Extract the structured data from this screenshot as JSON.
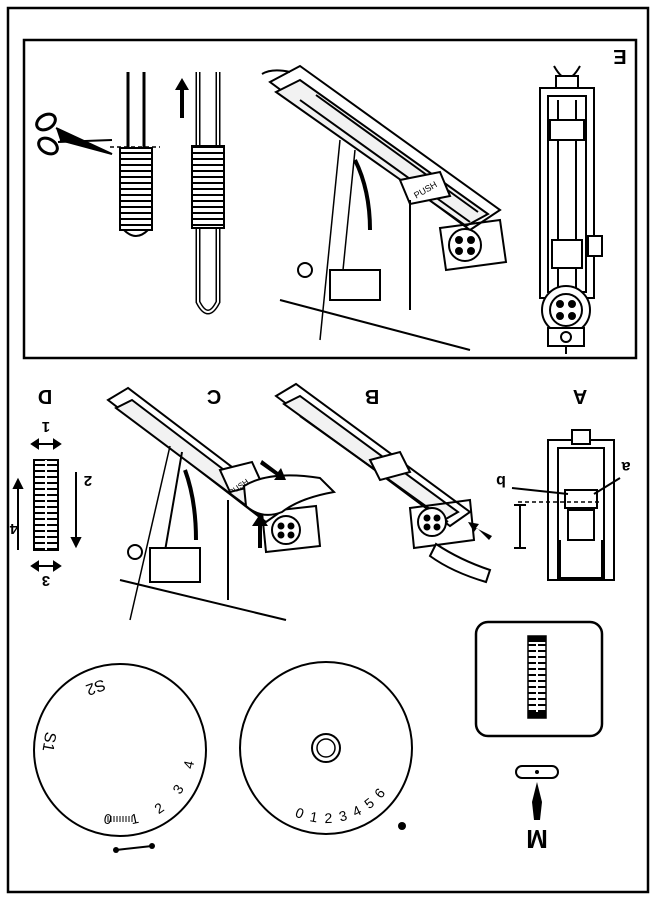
{
  "figure_e": {
    "label": "E"
  },
  "figure_a": {
    "label": "A",
    "label_a": "a",
    "label_b": "b"
  },
  "figure_b": {
    "label": "B"
  },
  "figure_c": {
    "label": "C",
    "push_label": "PUSH"
  },
  "figure_d": {
    "label": "D",
    "step_1": "1",
    "step_2": "2",
    "step_3": "3",
    "step_4": "4"
  },
  "figure_e_push": "PUSH",
  "stitch_selector": {
    "mode_label": "M"
  },
  "stitch_length_dial": {
    "tick_labels": [
      "0",
      "1",
      "2",
      "3",
      "4"
    ],
    "s1": "S1",
    "s2": "S2"
  },
  "stitch_width_dial": {
    "tick_labels": [
      "0",
      "1",
      "2",
      "3",
      "4",
      "5",
      "6"
    ]
  },
  "colors": {
    "line": "#000000",
    "background": "#ffffff",
    "shade": "#e6e6e6"
  }
}
